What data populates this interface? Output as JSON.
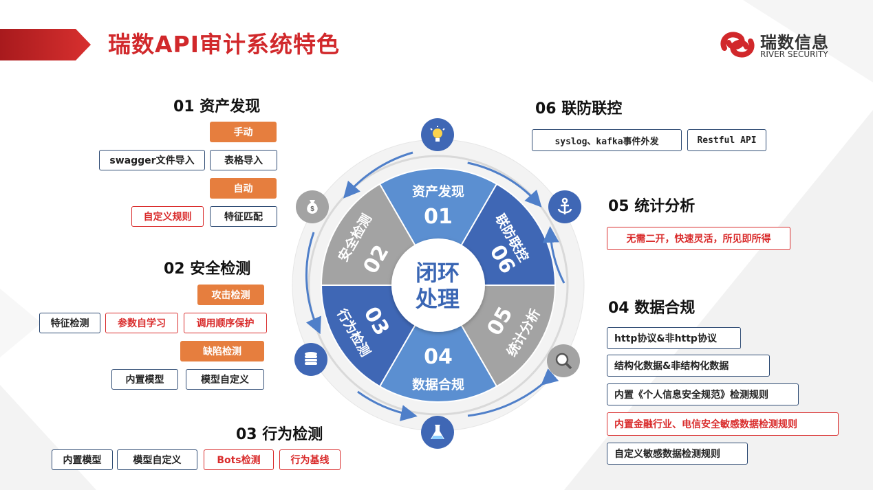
{
  "header": {
    "title": "瑞数API审计系统特色",
    "logo_cn": "瑞数信息",
    "logo_en": "RIVER SECURITY"
  },
  "sections": {
    "s01": {
      "title": "01  资产发现",
      "manual_label": "手动",
      "swagger": "swagger文件导入",
      "table_import": "表格导入",
      "auto_label": "自动",
      "custom_rules": "自定义规则",
      "feature_match": "特征匹配"
    },
    "s02": {
      "title": "02  安全检测",
      "attack_label": "攻击检测",
      "feature_detect": "特征检测",
      "param_learn": "参数自学习",
      "call_order": "调用顺序保护",
      "defect_label": "缺陷检测",
      "builtin_model": "内置模型",
      "custom_model": "模型自定义"
    },
    "s03": {
      "title": "03  行为检测",
      "builtin_model": "内置模型",
      "custom_model": "模型自定义",
      "bots": "Bots检测",
      "baseline": "行为基线"
    },
    "s04": {
      "title": "04  数据合规",
      "items": [
        "http协议&非http协议",
        "结构化数据&非结构化数据",
        "内置《个人信息安全规范》检测规则",
        "内置金融行业、电信安全敏感数据检测规则",
        "自定义敏感数据检测规则"
      ]
    },
    "s05": {
      "title": "05  统计分析",
      "item": "无需二开，快速灵活，所见即所得"
    },
    "s06": {
      "title": "06  联防联控",
      "syslog": "syslog、kafka事件外发",
      "restful": "Restful API"
    }
  },
  "wheel": {
    "center_line1": "闭环",
    "center_line2": "处理",
    "segments": [
      {
        "num": "01",
        "label": "资产发现"
      },
      {
        "num": "06",
        "label": "联防联控"
      },
      {
        "num": "05",
        "label": "统计分析"
      },
      {
        "num": "04",
        "label": "数据合规"
      },
      {
        "num": "03",
        "label": "行为检测"
      },
      {
        "num": "02",
        "label": "安全检测"
      }
    ],
    "icons": [
      "lightbulb-icon",
      "anchor-icon",
      "magnifier-icon",
      "flask-icon",
      "database-icon",
      "money-bag-icon"
    ]
  },
  "colors": {
    "brand_red": "#d1282b",
    "blue_light": "#5b8fd1",
    "blue_dark": "#3f67b5",
    "gray": "#a3a3a3",
    "orange": "#e67e3e"
  }
}
